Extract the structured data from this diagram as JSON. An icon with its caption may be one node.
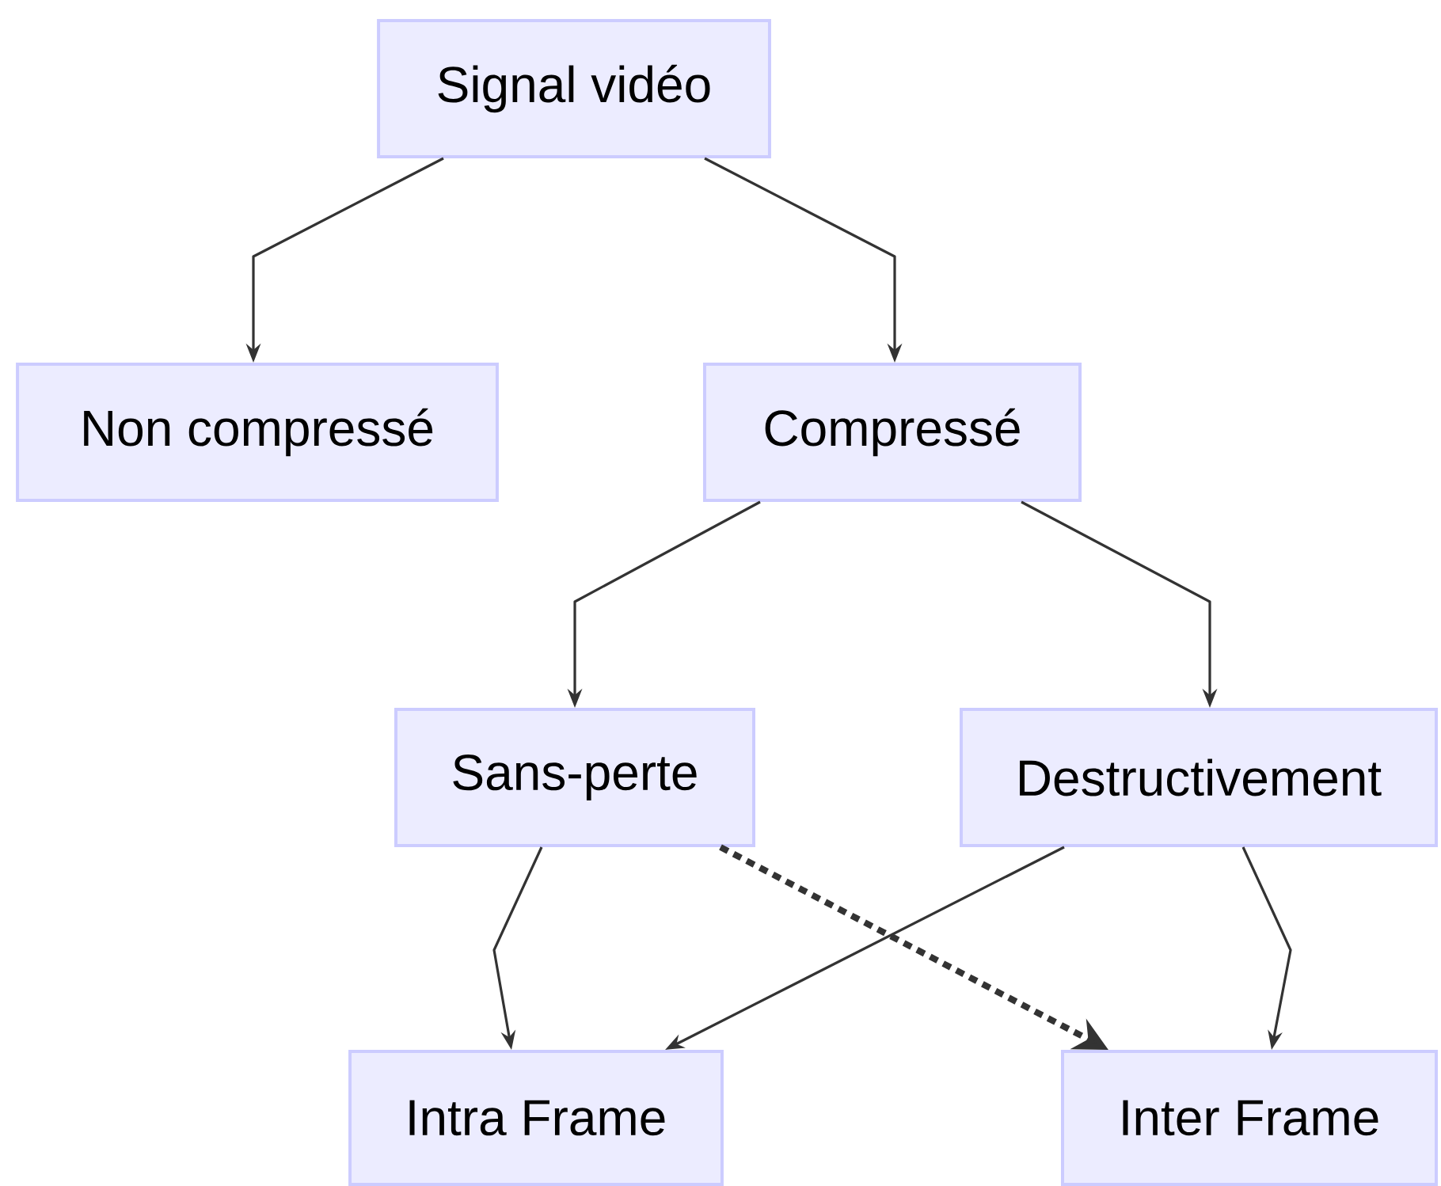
{
  "diagram": {
    "nodes": [
      {
        "text": [
          "Signal vidéo"
        ]
      },
      {
        "text": [
          "Non compressé"
        ]
      },
      {
        "text": [
          "Compressé"
        ]
      },
      {
        "text": [
          "Sans-perte"
        ]
      },
      {
        "text": [
          "Destructivement"
        ]
      },
      {
        "text": [
          "Intra Frame"
        ]
      },
      {
        "text": [
          "Inter Frame"
        ]
      }
    ],
    "edges": [
      {
        "from": 0,
        "to": 1,
        "arrow": "to"
      },
      {
        "from": 0,
        "to": 2,
        "arrow": "to"
      },
      {
        "from": 2,
        "to": 3,
        "arrow": "to"
      },
      {
        "from": 2,
        "to": 4,
        "arrow": "to"
      },
      {
        "from": 3,
        "to": 5,
        "arrow": "to"
      },
      {
        "from": 3,
        "to": 6,
        "arrow": "to",
        "style": "dashed"
      },
      {
        "from": 4,
        "to": 5,
        "arrow": "to"
      },
      {
        "from": 4,
        "to": 6,
        "arrow": "to"
      }
    ]
  }
}
